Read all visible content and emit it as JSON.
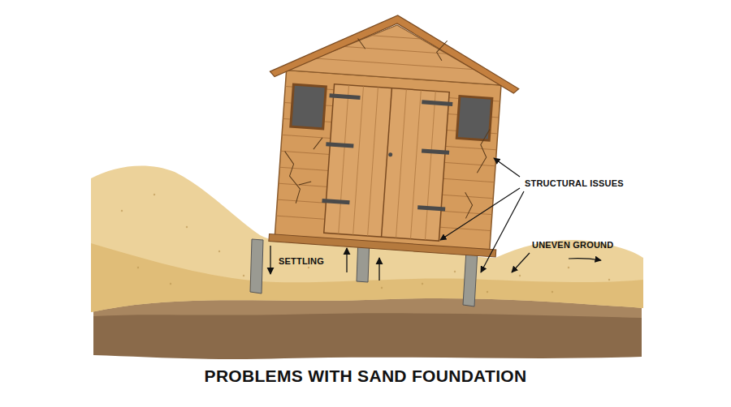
{
  "diagram": {
    "title": "PROBLEMS WITH SAND FOUNDATION",
    "labels": [
      "STRUCTURAL ISSUES",
      "SETTLING",
      "UNEVEN GROUND"
    ]
  }
}
